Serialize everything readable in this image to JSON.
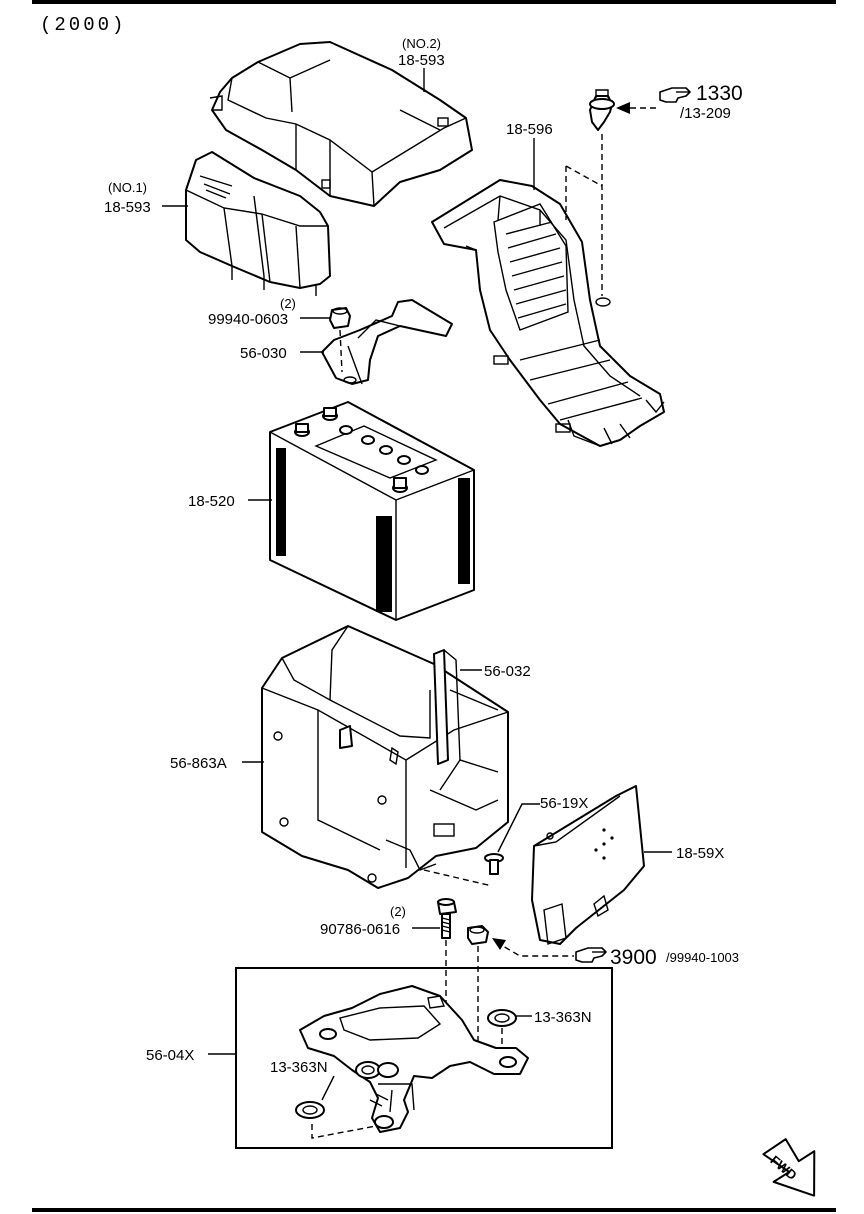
{
  "header": {
    "year": "(2000)"
  },
  "labels": {
    "cover_no2_qual": "(NO.2)",
    "cover_no2": "18-593",
    "cover_no1_qual": "(NO.1)",
    "cover_no1": "18-593",
    "duct": "18-596",
    "ref_1330": "1330",
    "ref_1330_sub": "/13-209",
    "nut_qty": "(2)",
    "nut": "99940-0603",
    "clamp": "56-030",
    "battery": "18-520",
    "rod": "56-032",
    "tray": "56-863A",
    "bolt_small": "56-19X",
    "plate": "18-59X",
    "bolt_qty": "(2)",
    "bolt": "90786-0616",
    "ref_3900": "3900",
    "ref_3900_sub": "/99940-1003",
    "bracket": "56-04X",
    "washer_right": "13-363N",
    "washer_left": "13-363N",
    "fwd": "FWD"
  }
}
